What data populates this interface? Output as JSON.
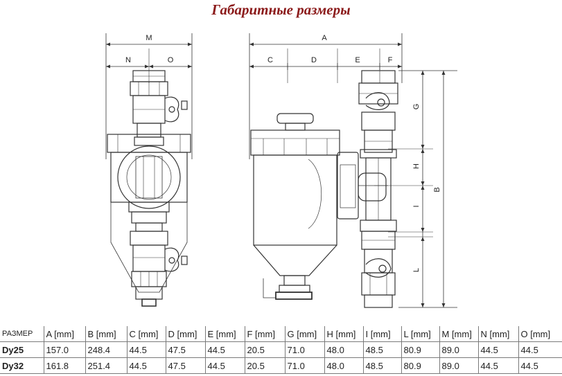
{
  "page": {
    "title": "Габаритные размеры"
  },
  "drawing": {
    "left_view_labels": {
      "M": "M",
      "N": "N",
      "O": "O"
    },
    "right_view_labels": {
      "A": "A",
      "C": "C",
      "D": "D",
      "E": "E",
      "F": "F",
      "G": "G",
      "H": "H",
      "I": "I",
      "L": "L",
      "B": "B"
    }
  },
  "table": {
    "headers": [
      "РАЗМЕР",
      "A [mm]",
      "B [mm]",
      "C [mm]",
      "D [mm]",
      "E [mm]",
      "F [mm]",
      "G [mm]",
      "H [mm]",
      "I [mm]",
      "L [mm]",
      "M [mm]",
      "N [mm]",
      "O [mm]"
    ],
    "rows": [
      {
        "name": "Dy25",
        "values": [
          "157.0",
          "248.4",
          "44.5",
          "47.5",
          "44.5",
          "20.5",
          "71.0",
          "48.0",
          "48.5",
          "80.9",
          "89.0",
          "44.5",
          "44.5"
        ]
      },
      {
        "name": "Dy32",
        "values": [
          "161.8",
          "251.4",
          "44.5",
          "47.5",
          "44.5",
          "20.5",
          "71.0",
          "48.0",
          "48.5",
          "80.9",
          "89.0",
          "44.5",
          "44.5"
        ]
      }
    ]
  }
}
